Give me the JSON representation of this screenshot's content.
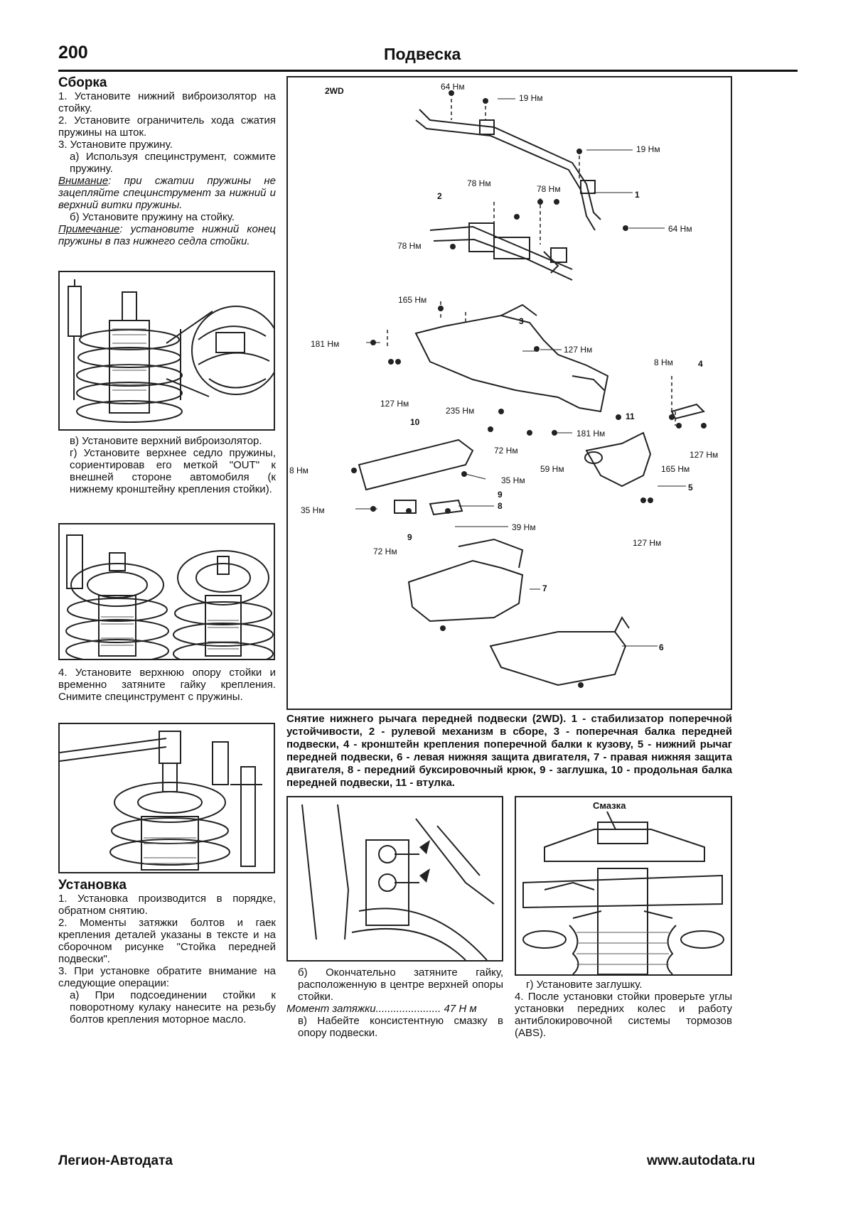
{
  "header": {
    "page_number": "200",
    "title": "Подвеска"
  },
  "left": {
    "assembly_heading": "Сборка",
    "steps_a": [
      "1. Установите нижний виброизолятор на стойку.",
      "2. Установите ограничитель хода сжатия пружины на шток.",
      "3. Установите пружину."
    ],
    "step_3a": "а) Используя специнструмент, сожмите пружину.",
    "warning_label": "Внимание",
    "warning_text": ": при сжатии пружины не зацепляйте специнструмент за нижний и верхний витки пружины.",
    "step_3b": "б) Установите пружину на стойку.",
    "note_label": "Примечание",
    "note_text": ": установите нижний конец пружины в паз нижнего седла стойки.",
    "step_v": "в) Установите верхний виброизолятор.",
    "step_g": "г) Установите верхнее седло пружины, сориентировав его меткой \"OUT\" к внешней стороне автомобиля (к нижнему кронштейну крепления стойки).",
    "step_4": "4. Установите верхнюю опору стойки и временно затяните гайку крепления. Снимите специнструмент с пружины.",
    "install_heading": "Установка",
    "install_1": "1. Установка производится в порядке, обратном снятию.",
    "install_2": "2. Моменты затяжки болтов и гаек крепления деталей указаны в тексте и на сборочном рисунке \"Стойка передней подвески\".",
    "install_3": "3. При установке обратите внимание на следующие операции:",
    "install_3a": "а) При подсоединении стойки к поворотному кулаку нанесите на резьбу болтов крепления моторное масло."
  },
  "diagram": {
    "variant": "2WD",
    "torque_labels": [
      "64 Нм",
      "19 Нм",
      "19 Нм",
      "78 Нм",
      "78 Нм",
      "78 Нм",
      "64 Нм",
      "165 Нм",
      "181 Нм",
      "127 Нм",
      "127 Нм",
      "235 Нм",
      "8 Нм",
      "72 Нм",
      "181 Нм",
      "59 Нм",
      "165 Нм",
      "127 Нм",
      "8 Нм",
      "35 Нм",
      "35 Нм",
      "72 Нм",
      "39 Нм",
      "127 Нм"
    ],
    "part_numbers": [
      "1",
      "2",
      "3",
      "4",
      "5",
      "6",
      "7",
      "8",
      "9",
      "9",
      "10",
      "11"
    ],
    "caption": "Снятие нижнего рычага передней подвески (2WD). 1 - стабилизатор поперечной устойчивости, 2 - рулевой механизм в сборе, 3 - поперечная балка передней подвески, 4 - кронштейн крепления поперечной балки к кузову, 5 - нижний рычаг передней подвески, 6 - левая нижняя защита двигателя, 7 - правая нижняя защита двигателя, 8 - передний буксировочный крюк, 9 - заглушка, 10 - продольная балка передней подвески, 11 - втулка."
  },
  "bottom_mid": {
    "text_b": "б) Окончательно затяните гайку, расположенную в центре верхней опоры стойки.",
    "torque_label": "Момент затяжки",
    "torque_dots": "......................",
    "torque_value": "47 Н м",
    "text_v": "в) Набейте консистентную смазку в опору подвески."
  },
  "bottom_right": {
    "fig_label": "Смазка",
    "text_g": "г) Установите заглушку.",
    "text_4": "4. После установки стойки проверьте углы установки передних колес и работу антиблокировочной системы тормозов (ABS)."
  },
  "footer": {
    "left": "Легион-Автодата",
    "right": "www.autodata.ru"
  }
}
